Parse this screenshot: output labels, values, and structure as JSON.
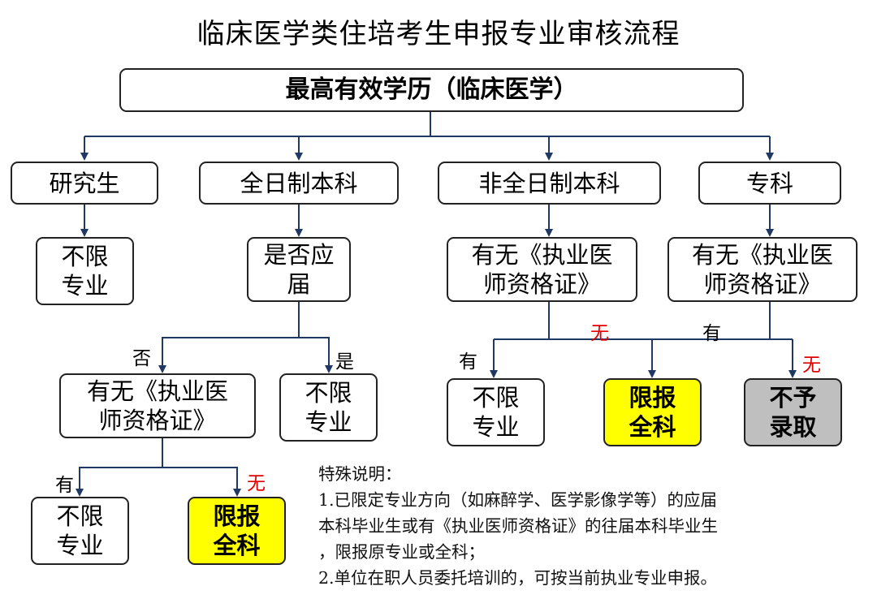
{
  "title": "临床医学类住培考生申报专业审核流程",
  "colors": {
    "line": "#1f3864",
    "highlight": "#ffff00",
    "reject": "#bfbfbf",
    "no_label": "#e00000"
  },
  "nodes": {
    "root": "最高有效学历（临床医学）",
    "postgrad": "研究生",
    "fulltime": "全日制本科",
    "parttime": "非全日制本科",
    "college": "专科",
    "postgrad_result": "不限\n专业",
    "fresh_q": "是否应\n届",
    "parttime_cert_q": "有无《执业医\n师资格证》",
    "college_cert_q": "有无《执业医\n师资格证》",
    "fulltime_cert_q": "有无《执业医\n师资格证》",
    "fresh_result": "不限\n专业",
    "parttime_yes_result": "不限\n专业",
    "general_a": "限报\n全科",
    "reject": "不予\n录取",
    "fulltime_yes_result": "不限\n专业",
    "general_b": "限报\n全科"
  },
  "labels": {
    "no_fresh": "否",
    "yes_fresh": "是",
    "parttime_yes": "有",
    "parttime_no": "无",
    "college_yes": "有",
    "college_no": "无",
    "fulltime_yes": "有",
    "fulltime_no": "无"
  },
  "notes": {
    "heading": "特殊说明：",
    "line1": "1.已限定专业方向（如麻醉学、医学影像学等）的应届",
    "line2": "本科毕业生或有《执业医师资格证》的往届本科毕业生",
    "line3": "，限报原专业或全科；",
    "line4": "2.单位在职人员委托培训的，可按当前执业专业申报。"
  }
}
